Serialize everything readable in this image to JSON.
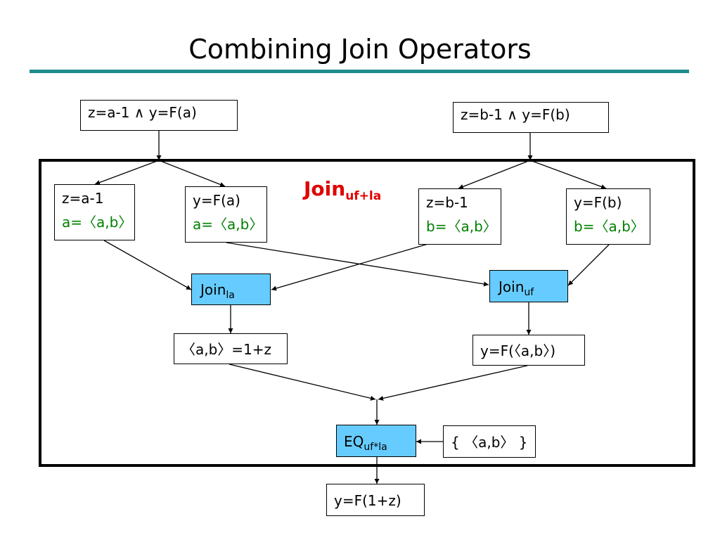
{
  "title": "Combining Join Operators",
  "colors": {
    "title_rule": "#1f8c8c",
    "label_red": "#e00000",
    "label_green": "#008000",
    "op_fill": "#66ccff"
  },
  "group": {
    "label_main": "Join",
    "label_sub": "uf+la"
  },
  "nodes": {
    "input_a": "z=a-1 ∧ y=F(a)",
    "input_b": "z=b-1 ∧ y=F(b)",
    "za": {
      "line1": "z=a-1",
      "line2": "a=〈a,b〉"
    },
    "ya": {
      "line1": "y=F(a)",
      "line2": "a=〈a,b〉"
    },
    "zb": {
      "line1": "z=b-1",
      "line2": "b=〈a,b〉"
    },
    "yb": {
      "line1": "y=F(b)",
      "line2": "b=〈a,b〉"
    },
    "join_la": {
      "main": "Join",
      "sub": "la"
    },
    "join_uf": {
      "main": "Join",
      "sub": "uf"
    },
    "res_la": "〈a,b〉=1+z",
    "res_uf": "y=F(〈a,b〉)",
    "eq": {
      "main": "EQ",
      "sub": "uf*la"
    },
    "set": "{ 〈a,b〉 }",
    "output": "y=F(1+z)"
  }
}
